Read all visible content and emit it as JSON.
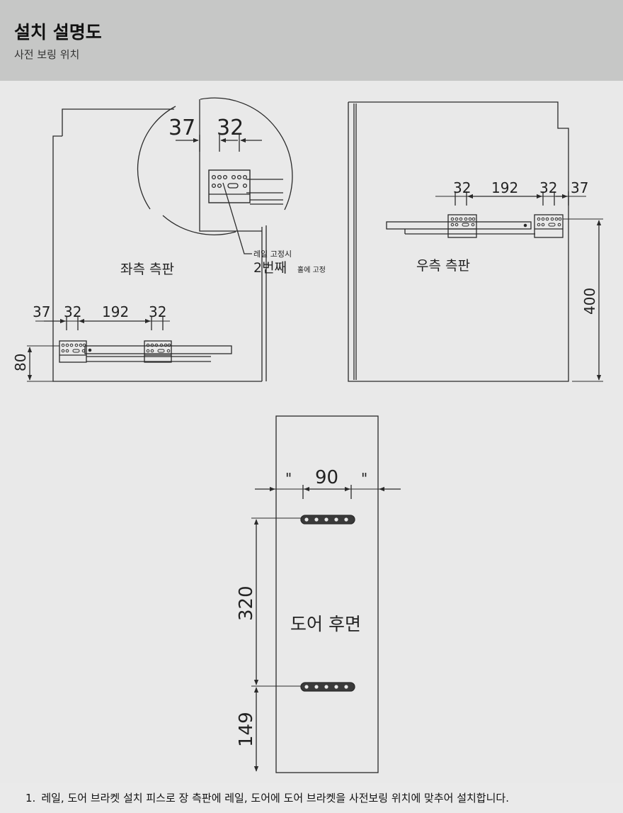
{
  "header": {
    "title": "설치 설명도",
    "subtitle": "사전 보링 위치"
  },
  "left_panel": {
    "label": "좌측 측판",
    "zoom_dims": [
      "37",
      "32"
    ],
    "note_line1": "레일 고정시",
    "note_big": "2번째",
    "note_small": "홀에 고정",
    "bottom_dims": [
      "37",
      "32",
      "192",
      "32"
    ],
    "height_dim": "80"
  },
  "right_panel": {
    "label": "우측 측판",
    "top_dims": [
      "32",
      "192",
      "32",
      "37"
    ],
    "height_dim": "400"
  },
  "door_panel": {
    "label": "도어 후면",
    "quote_left": "\"",
    "width_dim": "90",
    "quote_right": "\"",
    "upper_dim": "320",
    "lower_dim": "149"
  },
  "footer": {
    "number": "1.",
    "text": "레일, 도어 브라켓 설치 피스로 장 측판에 레일, 도어에 도어 브라켓을 사전보링 위치에 맞추어 설치합니다."
  },
  "colors": {
    "header_bg": "#c6c7c6",
    "page_bg": "#e9e9e9",
    "line": "#2a2a2a"
  }
}
